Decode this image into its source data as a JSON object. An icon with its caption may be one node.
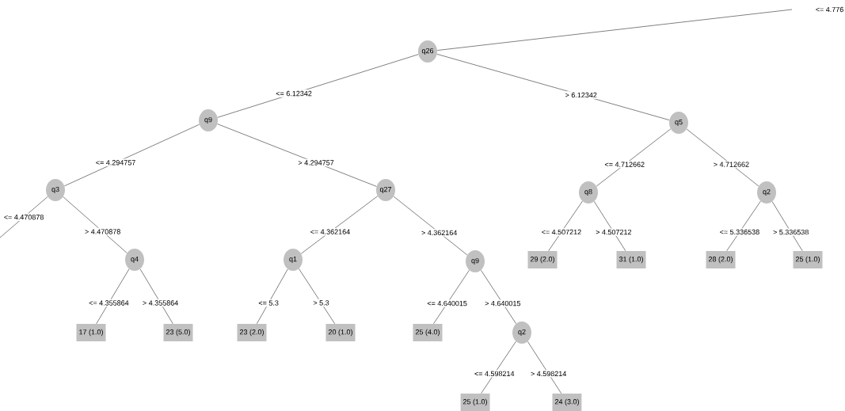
{
  "diagram": {
    "nodes": [
      {
        "text": [
          "q26"
        ]
      },
      {
        "text": [
          "q9"
        ]
      },
      {
        "text": [
          "q5"
        ]
      },
      {
        "text": [
          "q3"
        ]
      },
      {
        "text": [
          "q27"
        ]
      },
      {
        "text": [
          "q8"
        ]
      },
      {
        "text": [
          "q2"
        ]
      },
      {
        "text": [
          "q4"
        ]
      },
      {
        "text": [
          "q1"
        ]
      },
      {
        "text": [
          "q9"
        ]
      },
      {
        "text": [
          "29 (2.0)"
        ]
      },
      {
        "text": [
          "31 (1.0)"
        ]
      },
      {
        "text": [
          "28 (2.0)"
        ]
      },
      {
        "text": [
          "25 (1.0)"
        ]
      },
      {
        "text": [
          "17 (1.0)"
        ]
      },
      {
        "text": [
          "23 (5.0)"
        ]
      },
      {
        "text": [
          "23 (2.0)"
        ]
      },
      {
        "text": [
          "20 (1.0)"
        ]
      },
      {
        "text": [
          "25 (4.0)"
        ]
      },
      {
        "text": [
          "q2"
        ]
      },
      {
        "text": [
          "25 (1.0)"
        ]
      },
      {
        "text": [
          "24 (3.0)"
        ]
      }
    ],
    "edges": [
      {
        "from": null,
        "to": 0,
        "arrow": "none",
        "label": "<= 4.776"
      },
      {
        "from": 0,
        "to": 1,
        "arrow": "none",
        "label": "<= 6.12342"
      },
      {
        "from": 0,
        "to": 2,
        "arrow": "none",
        "label": "> 6.12342"
      },
      {
        "from": 1,
        "to": 3,
        "arrow": "none",
        "label": "<= 4.294757"
      },
      {
        "from": 1,
        "to": 4,
        "arrow": "none",
        "label": "> 4.294757"
      },
      {
        "from": 3,
        "to": null,
        "arrow": "none",
        "label": "<= 4.470878"
      },
      {
        "from": 3,
        "to": 7,
        "arrow": "none",
        "label": "> 4.470878"
      },
      {
        "from": 4,
        "to": 8,
        "arrow": "none",
        "label": "<= 4.362164"
      },
      {
        "from": 4,
        "to": 9,
        "arrow": "none",
        "label": "> 4.362164"
      },
      {
        "from": 2,
        "to": 5,
        "arrow": "none",
        "label": "<= 4.712662"
      },
      {
        "from": 2,
        "to": 6,
        "arrow": "none",
        "label": "> 4.712662"
      },
      {
        "from": 5,
        "to": 10,
        "arrow": "none",
        "label": "<= 4.507212"
      },
      {
        "from": 5,
        "to": 11,
        "arrow": "none",
        "label": "> 4.507212"
      },
      {
        "from": 6,
        "to": 12,
        "arrow": "none",
        "label": "<= 5.336538"
      },
      {
        "from": 6,
        "to": 13,
        "arrow": "none",
        "label": "> 5.336538"
      },
      {
        "from": 7,
        "to": 14,
        "arrow": "none",
        "label": "<= 4.355864"
      },
      {
        "from": 7,
        "to": 15,
        "arrow": "none",
        "label": "> 4.355864"
      },
      {
        "from": 8,
        "to": 16,
        "arrow": "none",
        "label": "<= 5.3"
      },
      {
        "from": 8,
        "to": 17,
        "arrow": "none",
        "label": "> 5.3"
      },
      {
        "from": 9,
        "to": 18,
        "arrow": "none",
        "label": "<= 4.640015"
      },
      {
        "from": 9,
        "to": 19,
        "arrow": "none",
        "label": "> 4.640015"
      },
      {
        "from": 19,
        "to": 20,
        "arrow": "none",
        "label": "<= 4.598214"
      },
      {
        "from": 19,
        "to": 21,
        "arrow": "none",
        "label": "> 4.598214"
      }
    ]
  }
}
